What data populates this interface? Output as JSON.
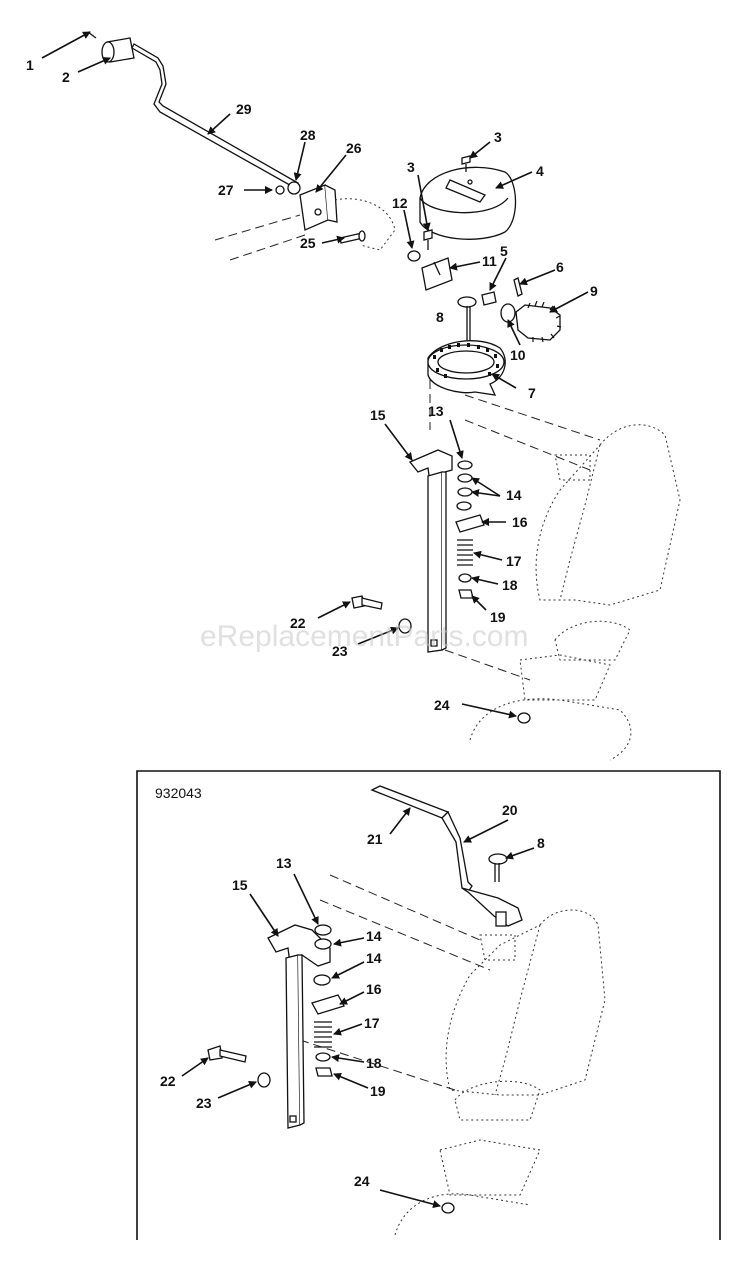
{
  "watermark": "eReplacementParts.com",
  "inset": {
    "code": "932043"
  },
  "callouts_main": [
    "1",
    "2",
    "29",
    "28",
    "26",
    "27",
    "25",
    "3",
    "4",
    "3",
    "12",
    "11",
    "5",
    "6",
    "9",
    "8",
    "10",
    "7",
    "15",
    "13",
    "14",
    "16",
    "17",
    "18",
    "19",
    "22",
    "23",
    "24"
  ],
  "callouts_inset": [
    "20",
    "21",
    "8",
    "13",
    "15",
    "14",
    "14",
    "16",
    "17",
    "18",
    "19",
    "22",
    "23",
    "24"
  ]
}
